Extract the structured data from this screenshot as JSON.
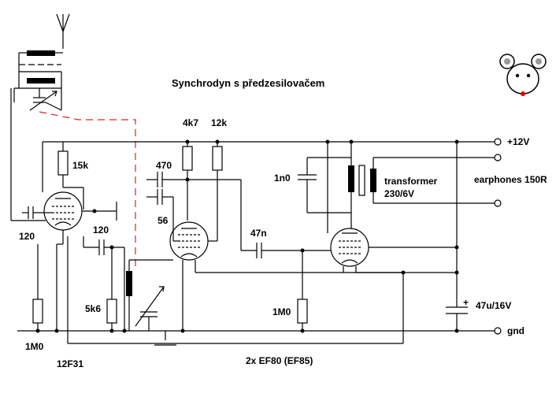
{
  "title": "Synchrodyn  s předzesilovačem",
  "labels": {
    "supply": "+12V",
    "ground": "gnd",
    "earphones": "earphones 150R",
    "transformer": "transformer",
    "transformer_ratio": "230/6V",
    "tubes_bottom": "2x EF80 (EF85)",
    "tube_first": "12F31"
  },
  "components": {
    "r_15k": "15k",
    "r_4k7": "4k7",
    "r_12k": "12k",
    "c_470": "470",
    "c_56": "56",
    "c_1n0": "1n0",
    "c_120_left": "120",
    "c_120_mid": "120",
    "c_47n": "47n",
    "r_5k6": "5k6",
    "r_1m0_right": "1M0",
    "r_1m0_left": "1M0",
    "c_47u": "47u/16V",
    "c_47u_polarity": "+"
  },
  "colors": {
    "wire": "#000000",
    "dashed_link": "#e02020",
    "mouse_nose": "#e00000"
  }
}
